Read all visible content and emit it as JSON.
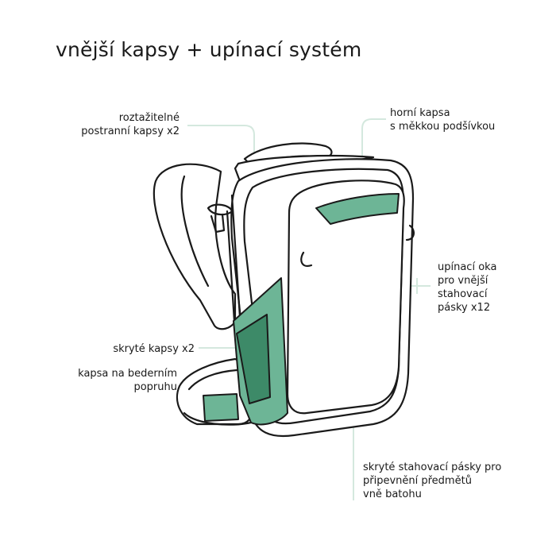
{
  "title": "vnější kapsy + upínací systém",
  "labels": {
    "side_pockets": [
      "roztažitelné",
      "postranní kapsy x2"
    ],
    "top_pocket": [
      "horní kapsa",
      "s měkkou podšívkou"
    ],
    "lash_points": [
      "upínací oka",
      "pro vnější",
      "stahovací",
      "pásky x12"
    ],
    "hidden_pockets": [
      "skryté kapsy x2"
    ],
    "hip_pocket": [
      "kapsa na bederním",
      "popruhu"
    ],
    "hidden_straps": [
      "skryté stahovací pásky pro",
      "připevnění předmětů",
      "vně batohu"
    ]
  },
  "colors": {
    "accent": "#6db596",
    "accent_dark": "#3d8a68",
    "outline": "#1a1a1a",
    "leader": "#d4e8de"
  }
}
